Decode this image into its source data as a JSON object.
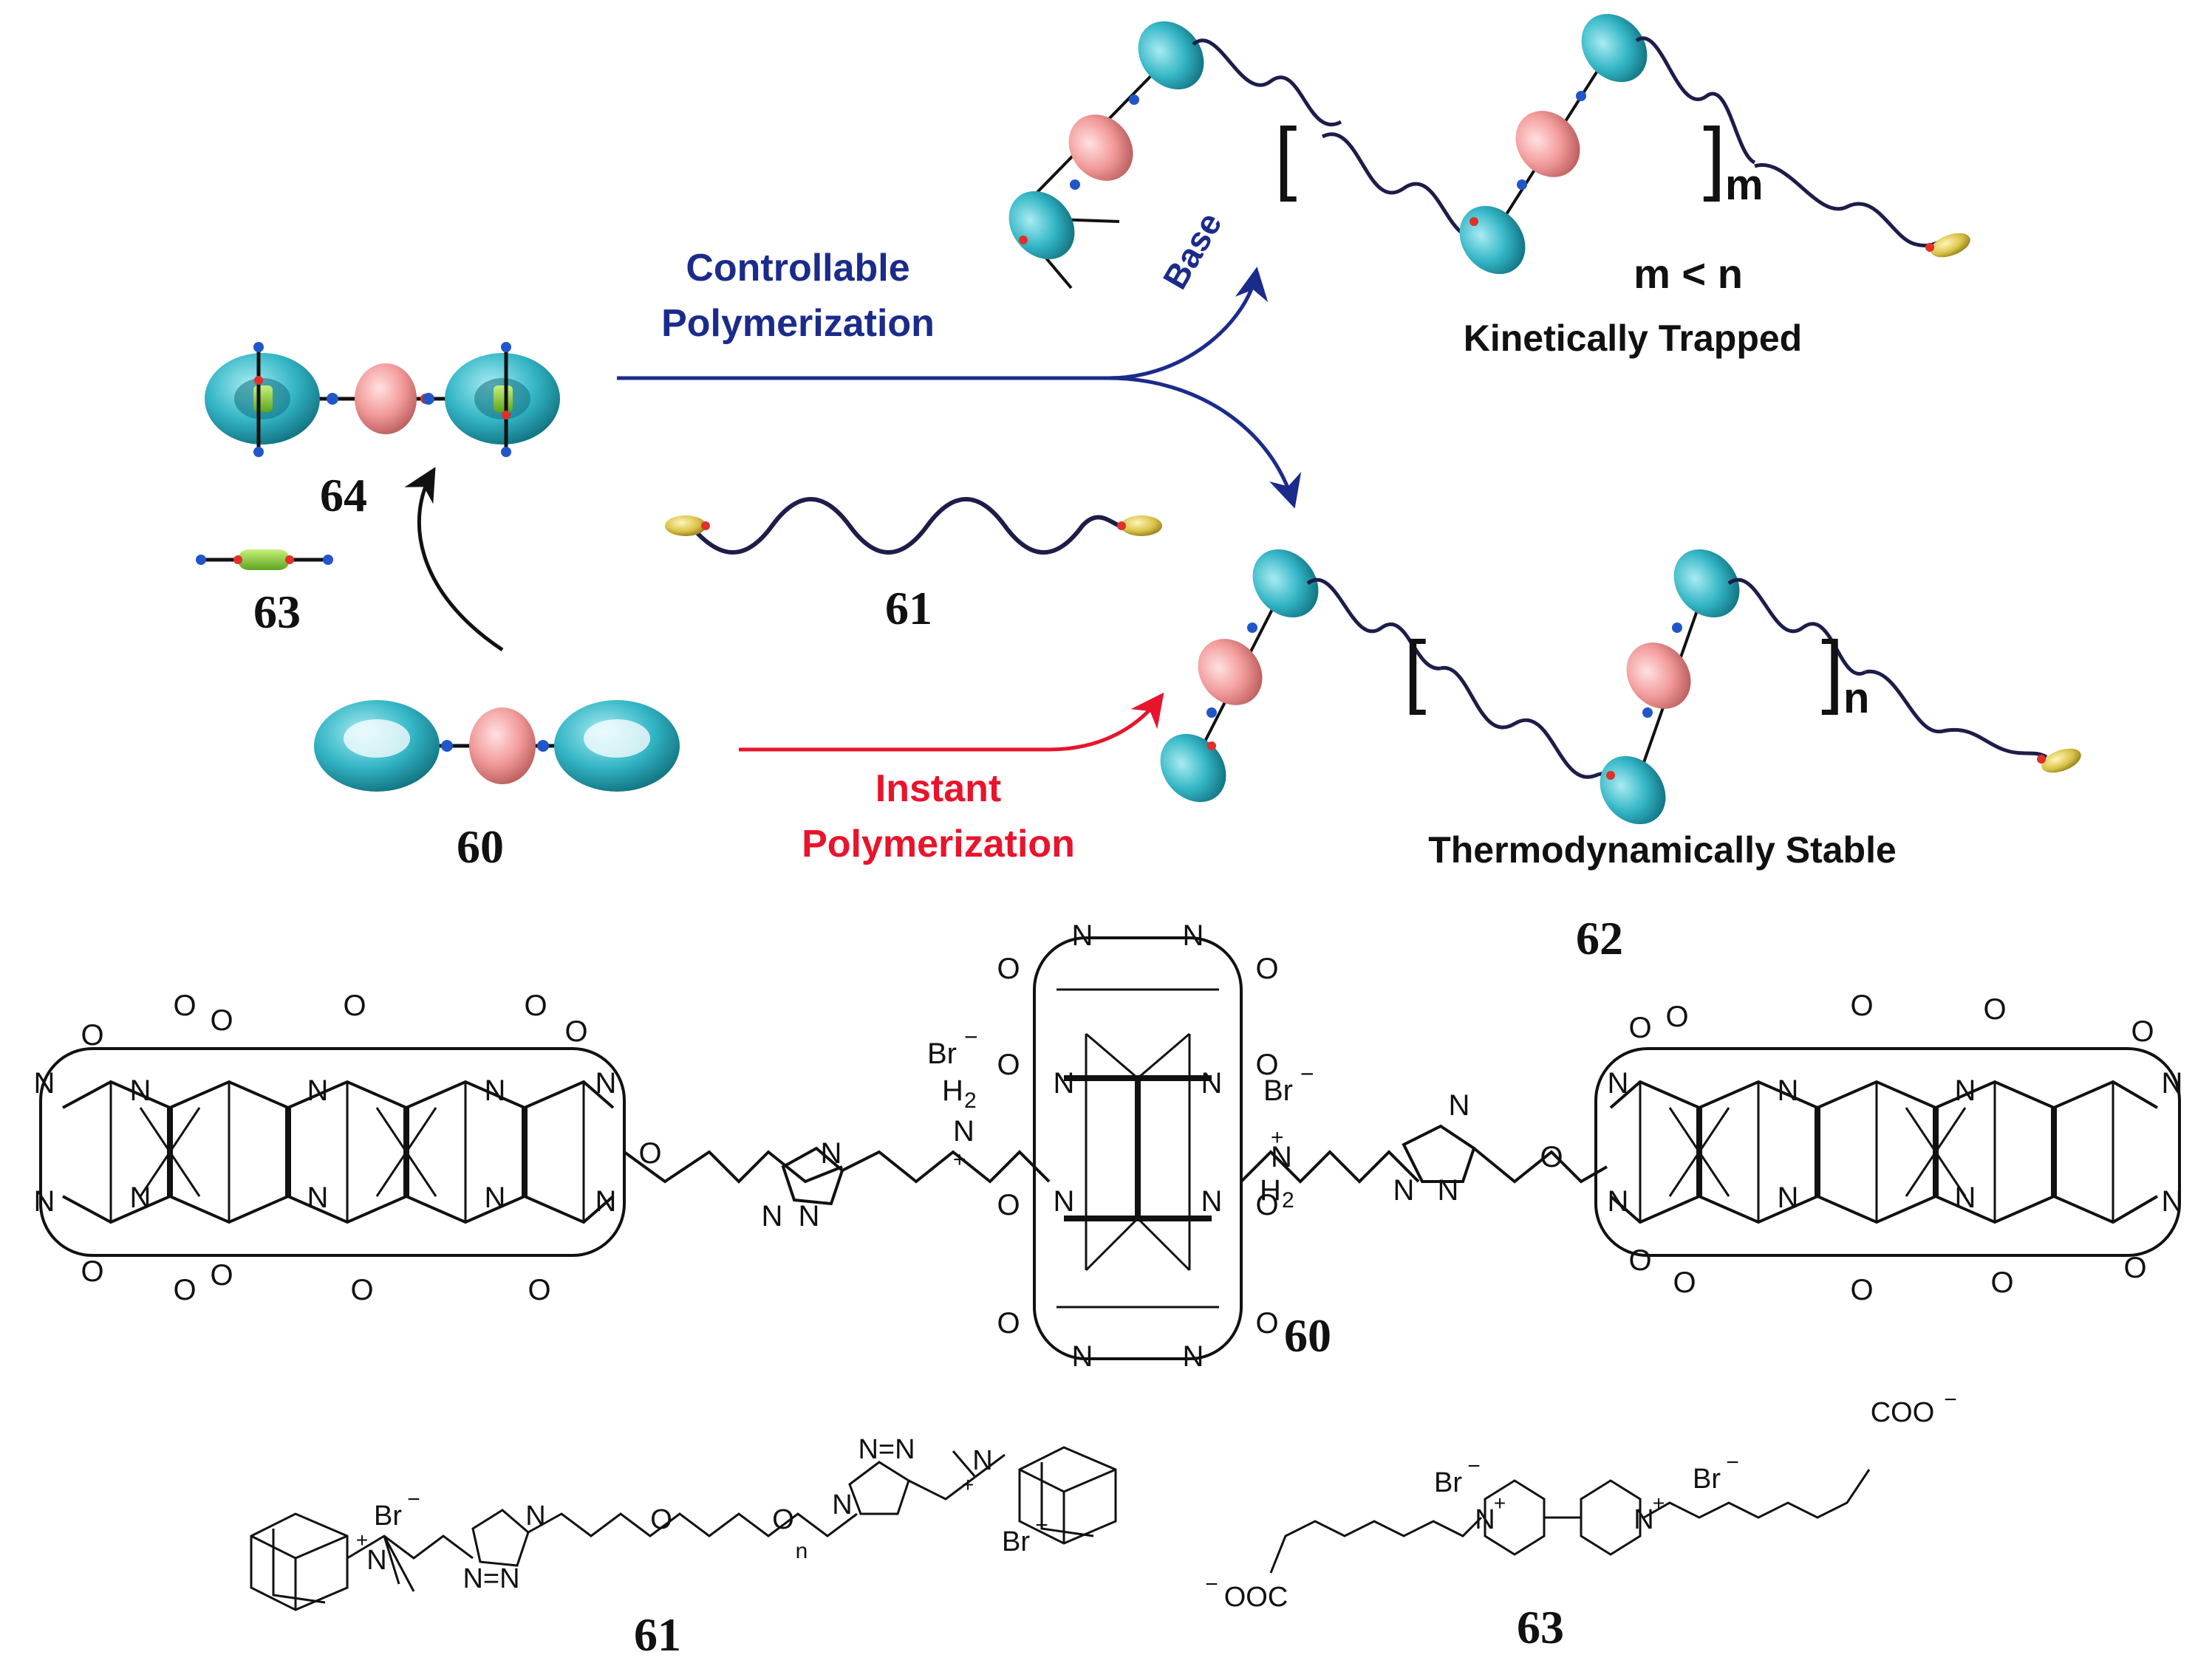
{
  "scheme": {
    "compound_labels": {
      "c64": "64",
      "c63": "63",
      "c60": "60",
      "c61": "61",
      "c62": "62"
    },
    "controllable_line1": "Controllable",
    "controllable_line2": "Polymerization",
    "instant_line1": "Instant",
    "instant_line2": "Polymerization",
    "base_label": "Base",
    "m_label": "m",
    "n_label": "n",
    "m_less_n": "m < n",
    "kinetically_trapped": "Kinetically Trapped",
    "thermodynamically_stable": "Thermodynamically Stable",
    "bracket_open": "[",
    "bracket_close": "]"
  },
  "structures": {
    "label_60": "60",
    "label_61": "61",
    "label_63": "63",
    "bromide": "Br",
    "charge_minus": "−",
    "charge_plus": "+",
    "h2": "H",
    "sub2": "2",
    "nitrogen": "N",
    "oxygen": "O",
    "coo_minus": "COO",
    "ooc_minus": "OOC",
    "subscript_n": "n",
    "triazole_n": "N=N"
  },
  "colors": {
    "blue_arrow": "#1b2b8c",
    "red_arrow": "#e8142c",
    "black_arrow": "#111111",
    "ring_cyan": "#34b6c6",
    "ring_pink": "#f29a9a",
    "stopper_yellow": "#d9c247",
    "viologen_green": "#8fd13a",
    "node_blue": "#2156c9",
    "node_red": "#e0302a",
    "chain_navy": "#1d1d4a"
  }
}
